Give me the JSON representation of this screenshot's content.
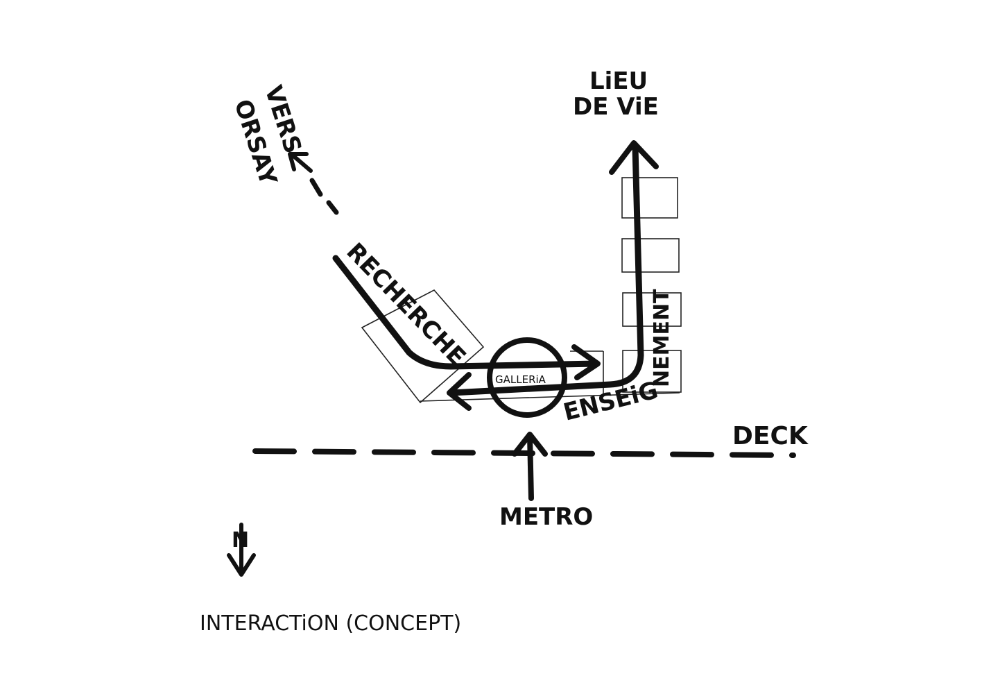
{
  "labels": {
    "vers_orsay_line1": "VERS",
    "vers_orsay_line2": "ORSAY",
    "lieu_de_vie_line1": "LiEU",
    "lieu_de_vie_line2": "DE ViE",
    "recherche": "RECHERCHE",
    "galleria": "GALLERiA",
    "enseignement_part1": "ENSEiG",
    "enseignement_part2": "NEMENT",
    "deck": "DECK",
    "metro": "METRO",
    "north": "N",
    "caption": "INTERACTiON (CONCEPT)"
  },
  "colors": {
    "ink": "#111111",
    "paper": "#ffffff"
  }
}
